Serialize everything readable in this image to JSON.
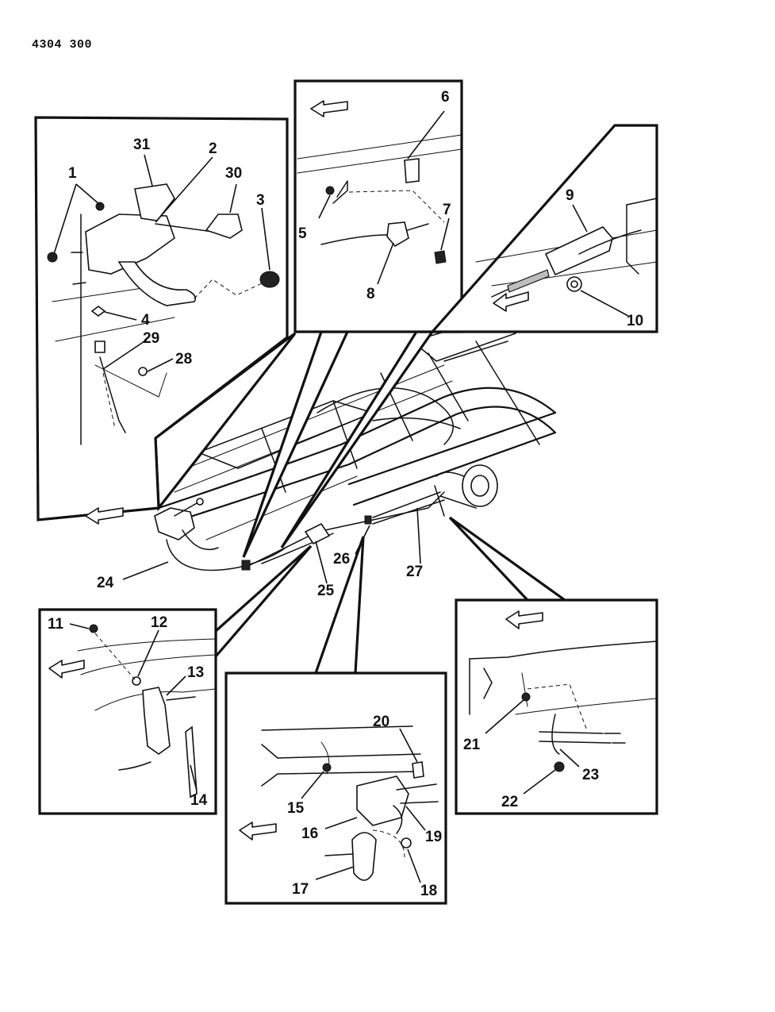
{
  "figure_code": "4304 300",
  "callouts": {
    "c1": "1",
    "c2": "2",
    "c3": "3",
    "c4": "4",
    "c5": "5",
    "c6": "6",
    "c7": "7",
    "c8": "8",
    "c9": "9",
    "c10": "10",
    "c11": "11",
    "c12": "12",
    "c13": "13",
    "c14": "14",
    "c15": "15",
    "c16": "16",
    "c17": "17",
    "c18": "18",
    "c19": "19",
    "c20": "20",
    "c21": "21",
    "c22": "22",
    "c23": "23",
    "c24": "24",
    "c25": "25",
    "c26": "26",
    "c27": "27",
    "c28": "28",
    "c29": "29",
    "c30": "30",
    "c31": "31"
  },
  "icons": {
    "forward_arrow": "hollow-left-arrow-icon"
  }
}
